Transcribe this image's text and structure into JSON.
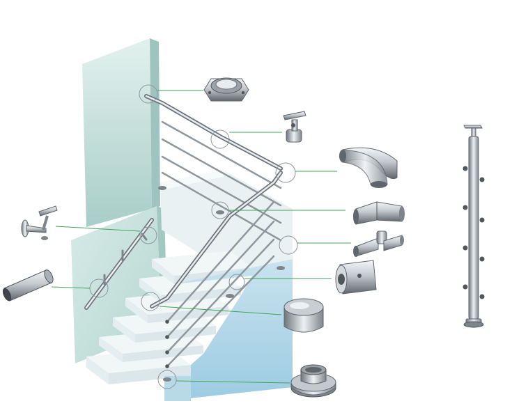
{
  "diagram": {
    "subject": "stainless-steel-stair-railing-system",
    "colors": {
      "background": "#ffffff",
      "wall": "#cfe6e2",
      "wall_shadow": "#9fc4bf",
      "stair_side": "#a9d4e8",
      "stair_tread": "#eef4f5",
      "steel_light": "#f2f4f6",
      "steel_mid": "#b6bcc2",
      "steel_dark": "#6d747b",
      "leader_line": "#3fa45a",
      "callout_circle": "#8d969e"
    },
    "components": [
      {
        "id": "wall-flange",
        "icon": "wall-flange-icon"
      },
      {
        "id": "handrail-support",
        "icon": "handrail-support-icon"
      },
      {
        "id": "elbow-90",
        "icon": "elbow-90-icon"
      },
      {
        "id": "adjustable-elbow",
        "icon": "adjustable-elbow-icon"
      },
      {
        "id": "swivel-connector",
        "icon": "swivel-connector-icon"
      },
      {
        "id": "cross-bar-holder",
        "icon": "cross-bar-holder-icon"
      },
      {
        "id": "end-cap",
        "icon": "end-cap-icon"
      },
      {
        "id": "base-flange",
        "icon": "base-flange-icon"
      },
      {
        "id": "wall-bracket",
        "icon": "wall-bracket-icon"
      },
      {
        "id": "handrail-tube",
        "icon": "handrail-tube-icon"
      },
      {
        "id": "baluster-post",
        "icon": "baluster-post-icon"
      }
    ]
  }
}
